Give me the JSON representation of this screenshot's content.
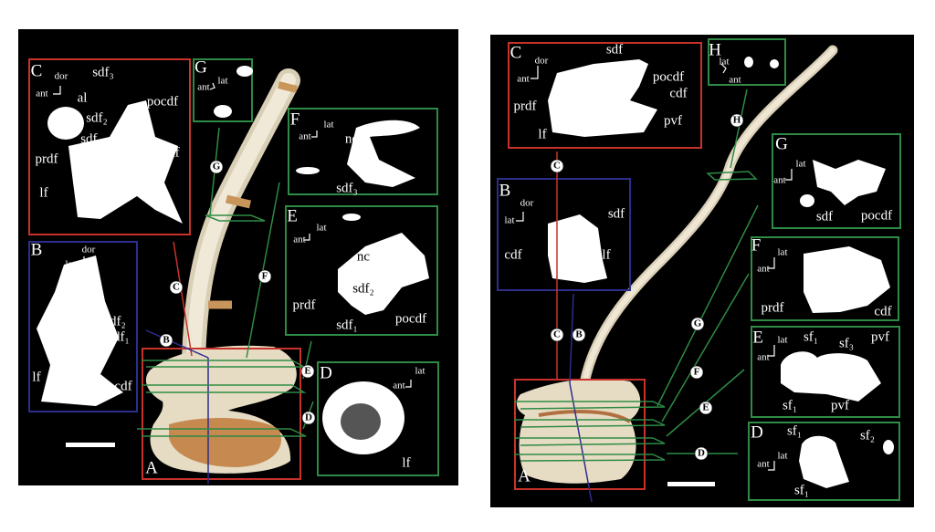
{
  "colors": {
    "red_box": "#c8322a",
    "green_box": "#2e8b45",
    "blue_box": "#2d2d8c",
    "bone": "#e9e1cc",
    "matrix": "#c07a3c"
  },
  "left": {
    "A": {
      "letter": "A"
    },
    "B": {
      "letter": "B",
      "orient": [
        "dor",
        "lat"
      ],
      "labels": [
        "sdf₂",
        "sdf₁",
        "lf",
        "cdf"
      ]
    },
    "C": {
      "letter": "C",
      "orient": [
        "dor",
        "ant"
      ],
      "labels": [
        "sdf₃",
        "al",
        "sdf₂",
        "pocdf",
        "sdf₁",
        "prdf",
        "cdf",
        "lf"
      ]
    },
    "D": {
      "letter": "D",
      "orient": [
        "lat",
        "ant"
      ],
      "labels": [
        "lf"
      ]
    },
    "E": {
      "letter": "E",
      "orient": [
        "lat",
        "ant"
      ],
      "labels": [
        "nc",
        "sdf₂",
        "prdf",
        "sdf₁",
        "pocdf"
      ]
    },
    "F": {
      "letter": "F",
      "orient": [
        "lat",
        "ant"
      ],
      "labels": [
        "nc",
        "sdf₃"
      ]
    },
    "G": {
      "letter": "G",
      "orient": [
        "lat",
        "ant"
      ]
    },
    "markers": [
      "C",
      "G",
      "F",
      "B",
      "E",
      "D"
    ]
  },
  "right": {
    "A": {
      "letter": "A"
    },
    "B": {
      "letter": "B",
      "orient": [
        "dor",
        "lat"
      ],
      "labels": [
        "sdf",
        "cdf",
        "lf"
      ]
    },
    "C": {
      "letter": "C",
      "orient": [
        "dor",
        "ant"
      ],
      "labels": [
        "sdf",
        "pocdf",
        "cdf",
        "prdf",
        "pvf",
        "lf"
      ]
    },
    "D": {
      "letter": "D",
      "orient": [
        "lat",
        "ant"
      ],
      "labels": [
        "sf₁",
        "sf₂",
        "sf₁"
      ]
    },
    "E": {
      "letter": "E",
      "orient": [
        "lat",
        "ant"
      ],
      "labels": [
        "sf₁",
        "sf₃",
        "pvf",
        "sf₁",
        "pvf"
      ]
    },
    "F": {
      "letter": "F",
      "orient": [
        "lat",
        "ant"
      ],
      "labels": [
        "prdf",
        "cdf"
      ]
    },
    "G": {
      "letter": "G",
      "orient": [
        "lat",
        "ant"
      ],
      "labels": [
        "sdf",
        "pocdf"
      ]
    },
    "H": {
      "letter": "H",
      "orient": [
        "lat",
        "ant"
      ]
    },
    "markers": [
      "C",
      "C",
      "B",
      "H",
      "G",
      "F",
      "E",
      "D"
    ]
  }
}
